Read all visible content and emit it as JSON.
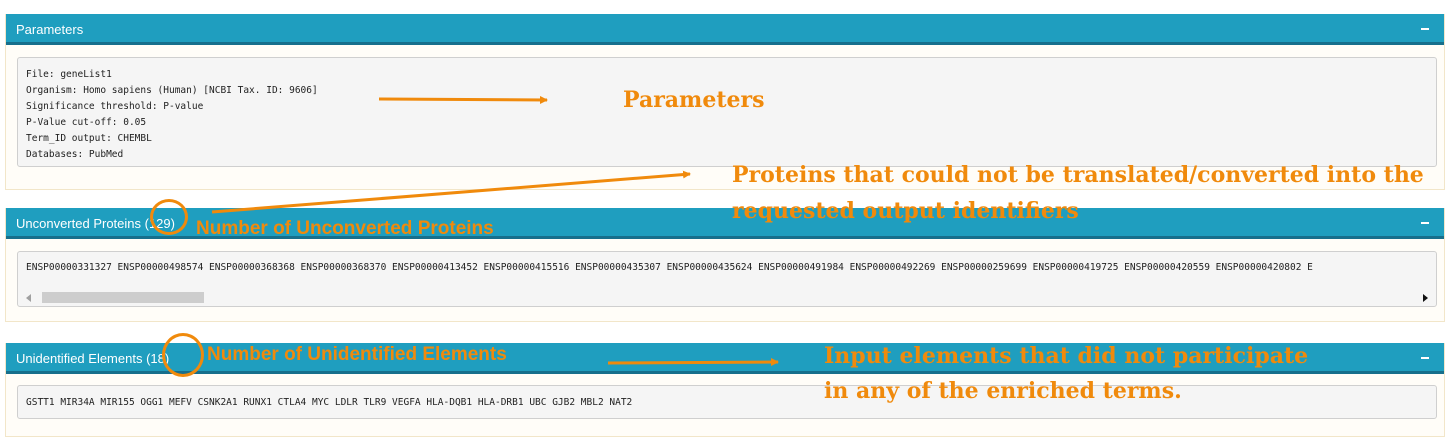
{
  "colors": {
    "header": "#1f9ebf",
    "annotation": "#f08a0c"
  },
  "parameters": {
    "title": "Parameters",
    "lines": [
      "File: geneList1",
      "Organism: Homo sapiens (Human) [NCBI Tax. ID: 9606]",
      "Significance threshold: P-value",
      "P-Value cut-off: 0.05",
      "Term_ID output: CHEMBL",
      "Databases: PubMed"
    ]
  },
  "unconverted": {
    "title": "Unconverted Proteins (129)",
    "content": "ENSP00000331327 ENSP00000498574 ENSP00000368368 ENSP00000368370 ENSP00000413452 ENSP00000415516 ENSP00000435307 ENSP00000435624 ENSP00000491984 ENSP00000492269 ENSP00000259699 ENSP00000419725 ENSP00000420559 ENSP00000420802 E"
  },
  "unidentified": {
    "title": "Unidentified Elements (18)",
    "content": "GSTT1 MIR34A MIR155 OGG1 MEFV CSNK2A1 RUNX1 CTLA4 MYC LDLR TLR9 VEGFA HLA-DQB1 HLA-DRB1 UBC GJB2 MBL2 NAT2"
  },
  "annotations": {
    "parameters": "Parameters",
    "proteins_line1": "Proteins that could not be translated/converted into the",
    "proteins_line2": "requested output identifiers",
    "num_unconverted": "Number of Unconverted Proteins",
    "num_unidentified": "Number of Unidentified Elements",
    "input_line1": "Input elements that did not participate",
    "input_line2": "in any of the enriched terms."
  }
}
